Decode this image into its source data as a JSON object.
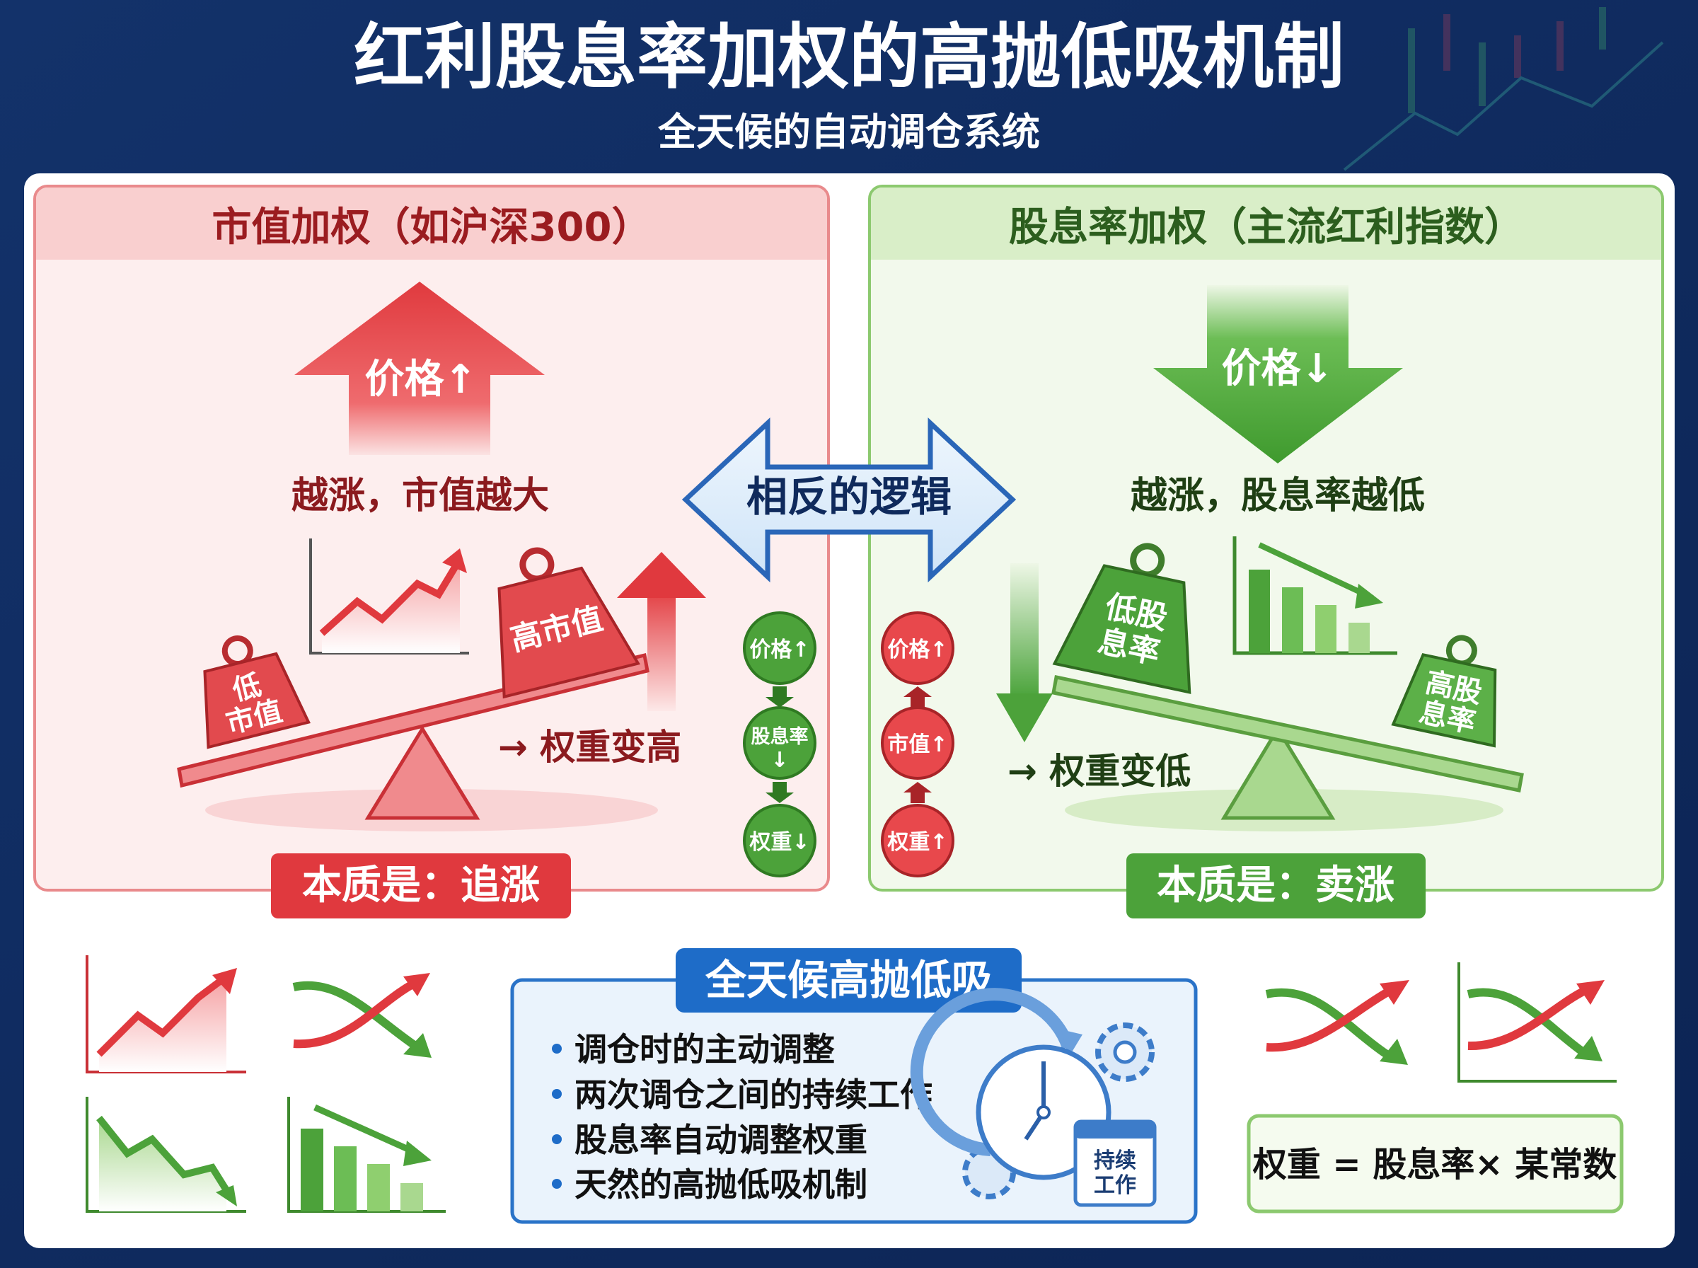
{
  "header": {
    "title": "红利股息率加权的高抛低吸机制",
    "subtitle": "全天候的自动调仓系统"
  },
  "left_panel": {
    "title": "市值加权（如沪深300）",
    "arrow_label": "价格↑",
    "caption": "越涨，市值越大",
    "weight_low": [
      "低",
      "市值"
    ],
    "weight_high": "高市值",
    "result": "→ 权重变高",
    "essence": "本质是：追涨"
  },
  "center": {
    "label": "相反的逻辑",
    "flow_green": [
      "价格↑",
      "股息率",
      "↓",
      "权重↓"
    ],
    "flow_red": [
      "价格↑",
      "市值↑",
      "权重↑"
    ]
  },
  "right_panel": {
    "title": "股息率加权（主流红利指数）",
    "arrow_label": "价格↓",
    "caption": "越涨，股息率越低",
    "weight_low": [
      "低股",
      "息率"
    ],
    "weight_high": [
      "高股",
      "息率"
    ],
    "result": "→ 权重变低",
    "essence": "本质是：卖涨"
  },
  "bottom": {
    "box_title": "全天候高抛低吸",
    "bullets": [
      "调仓时的主动调整",
      "两次调仓之间的持续工作",
      "股息率自动调整权重",
      "天然的高抛低吸机制"
    ],
    "calendar_label": [
      "持续",
      "工作"
    ],
    "formula": "权重 = 股息率× 某常数"
  },
  "colors": {
    "red": "#e0393e",
    "green": "#4ca23a",
    "blue": "#1e6cc8",
    "navy": "#0f2a5c"
  }
}
